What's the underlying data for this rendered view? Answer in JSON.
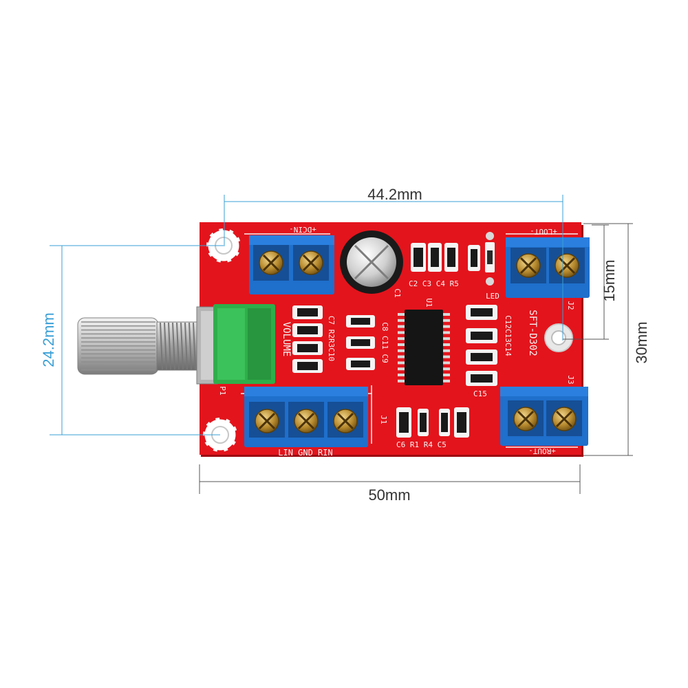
{
  "colors": {
    "board": "#e3141c",
    "board_dark": "#b80e14",
    "terminal_blue": "#1f6fcc",
    "screw_brass": "#b78a2e",
    "pot_green": "#2fae4a",
    "dim_gray": "#333333",
    "dim_blue": "#3a9fd6",
    "silkscreen": "#f4f4f4"
  },
  "dimensions": {
    "top_width": "44.2mm",
    "bottom_width": "50mm",
    "left_height": "24.2mm",
    "right_outer_height": "30mm",
    "right_inner_height": "15mm"
  },
  "silkscreen": {
    "dc_in": "+DCIN-",
    "l_out": "+LOUT-",
    "r_out": "+ROUT-",
    "model": "SFT-D302",
    "volume": "VOLUME",
    "led": "LED",
    "u1": "U1",
    "c1": "C1",
    "j1": "J1",
    "j2": "J2",
    "j3": "J3",
    "p1": "P1",
    "top_caps": "C2 C3 C4 R5",
    "left_caps": "C7 R2R3C10",
    "mid_caps": "C8 C11 C9",
    "right_caps": "C12C13C14",
    "c15": "C15",
    "bottom_caps": "C6  R1 R4 C5",
    "input_pins": "LIN GND RIN"
  },
  "icons": {
    "screw": "screw-icon",
    "mount_hole": "mount-hole-icon",
    "capacitor": "capacitor-icon",
    "chip": "chip-icon",
    "potentiometer": "potentiometer-icon"
  }
}
